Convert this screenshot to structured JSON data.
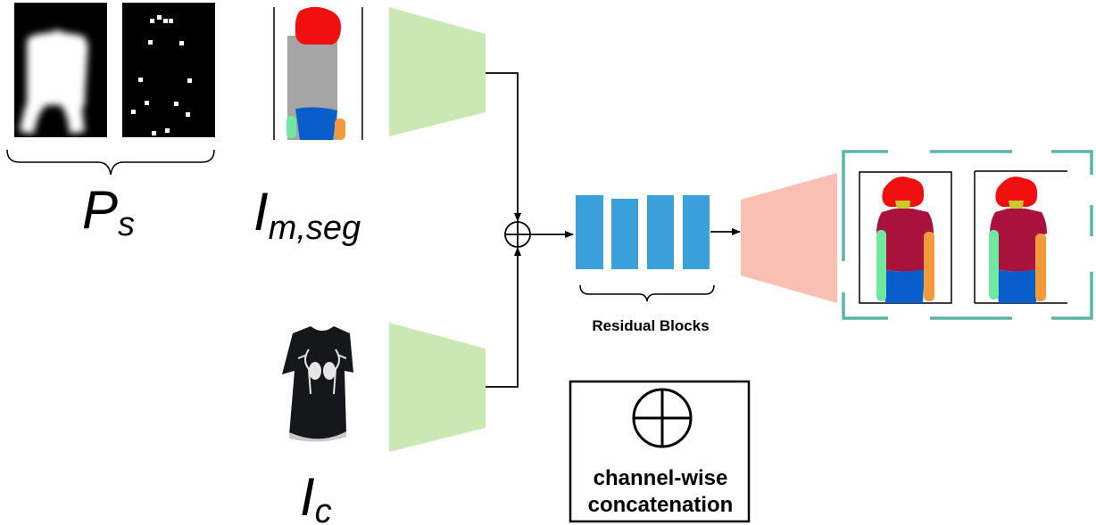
{
  "labels": {
    "pose_main": "P",
    "pose_sub": "s",
    "seg_main": "I",
    "seg_sub": "m,seg",
    "cloth_main": "I",
    "cloth_sub": "c",
    "residual_blocks": "Residual Blocks",
    "legend_line1": "channel-wise",
    "legend_line2": "concatenation"
  },
  "colors": {
    "encoder": "#c9e8b4",
    "decoder": "#f8bfb2",
    "residual_block": "#3aa0dc",
    "output_bracket": "#5bb5a5",
    "hair": "#f01010",
    "torso_segment": "#a5a5a5",
    "lower_body": "#0a5ecc",
    "left_arm": "#70e8a0",
    "right_arm": "#f59a3b",
    "shirt": "#a8123c",
    "neck": "#c8c830",
    "garment": "#15171a"
  }
}
